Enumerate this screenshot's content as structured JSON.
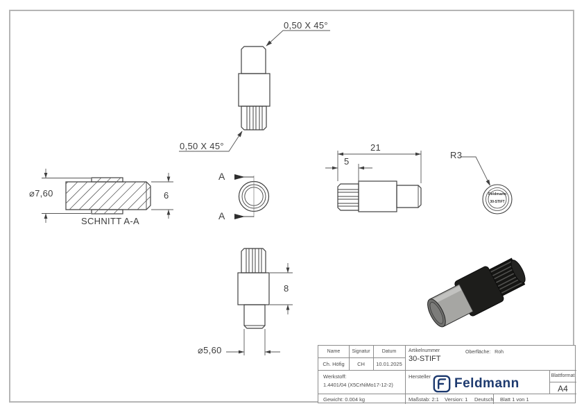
{
  "colors": {
    "logo_blue": "#1d3a6f",
    "line": "#3f3f3f",
    "frame_gray": "#b5b5b5"
  },
  "drawing": {
    "callout_chamfer_top": "0,50 X 45°",
    "callout_chamfer_bottom": "0,50 X 45°",
    "dim_outer_diameter": "⌀7,60",
    "dim_body_height": "6",
    "section_title": "SCHNITT A-A",
    "section_mark_top": "A",
    "section_mark_bottom": "A",
    "dim_total_length": "21",
    "dim_knurl_length": "5",
    "callout_radius": "R3",
    "engraving_line1": "Feldmann",
    "engraving_line2": "30-STIFT",
    "dim_mid_height": "8",
    "dim_pin_diameter": "⌀5,60"
  },
  "title_block": {
    "name_label": "Name",
    "signatur_label": "Signatur",
    "datum_label": "Datum",
    "name": "Ch. Höfig",
    "signatur": "CH",
    "datum": "10.01.2025",
    "artikelnummer_label": "Artikelnummer",
    "artikelnummer": "30-STIFT",
    "oberflaeche_label": "Oberfläche:",
    "oberflaeche_value": "Roh",
    "werkstoff_label": "Werkstoff:",
    "werkstoff_value": "1.4401/04 (X5CrNiMo17-12-2)",
    "hersteller_label": "Hersteller",
    "logo_text": "Feldmann",
    "blattformat_label": "Blattformat",
    "blattformat_value": "A4",
    "gewicht": "Gewicht: 0.004 kg",
    "massstab": "Maßstab: 2:1",
    "version": "Version: 1",
    "sprache": "Deutsch",
    "blatt": "Blatt 1 von 1"
  }
}
